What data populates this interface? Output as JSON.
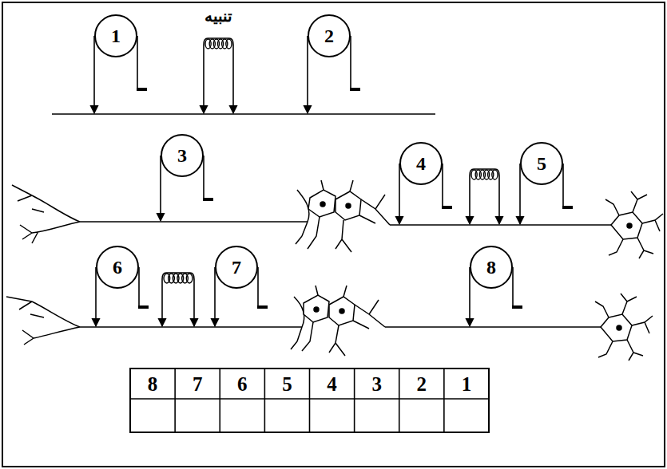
{
  "diagram": {
    "nodes": [
      {
        "text": [
          "1"
        ]
      },
      {
        "text": [
          "2"
        ]
      },
      {
        "text": [
          "3"
        ]
      },
      {
        "text": [
          "4"
        ]
      },
      {
        "text": [
          "5"
        ]
      },
      {
        "text": [
          "6"
        ]
      },
      {
        "text": [
          "7"
        ]
      },
      {
        "text": [
          "8"
        ]
      }
    ],
    "labels": [
      "تنبيه",
      "8",
      "7",
      "6",
      "5",
      "4",
      "3",
      "2",
      "1"
    ]
  }
}
